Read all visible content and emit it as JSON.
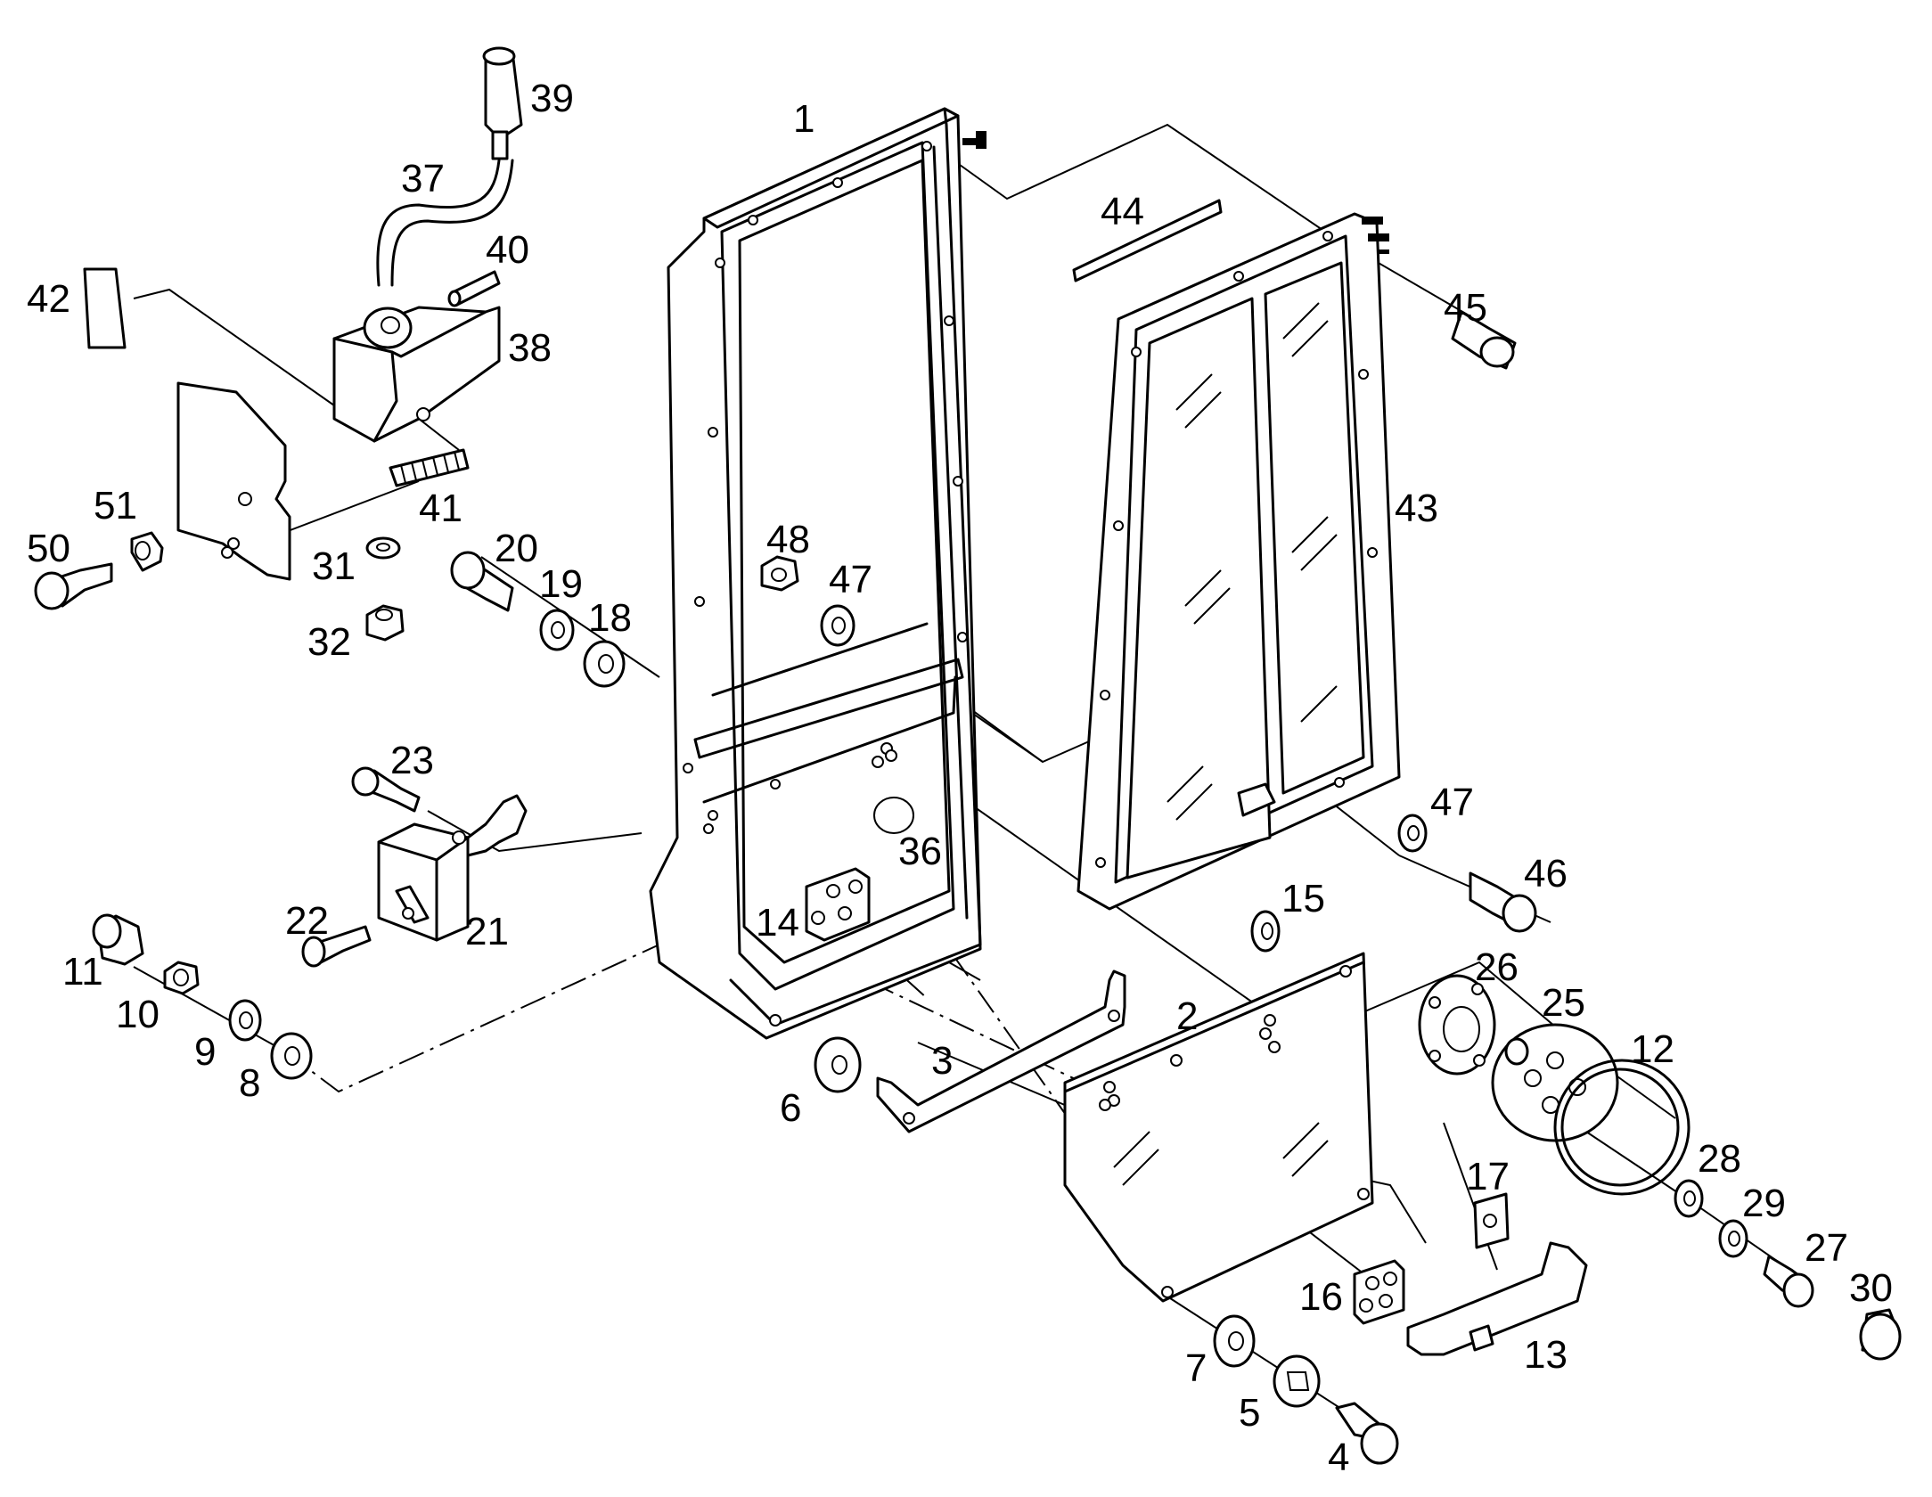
{
  "diagram": {
    "type": "exploded-parts-drawing",
    "line_color": "#000000",
    "background": "#ffffff",
    "callouts": [
      "1",
      "2",
      "3",
      "4",
      "5",
      "6",
      "7",
      "8",
      "9",
      "10",
      "11",
      "12",
      "13",
      "14",
      "15",
      "16",
      "17",
      "18",
      "19",
      "20",
      "21",
      "22",
      "23",
      "25",
      "26",
      "27",
      "28",
      "29",
      "30",
      "31",
      "32",
      "36",
      "37",
      "38",
      "39",
      "40",
      "41",
      "42",
      "43",
      "44",
      "45",
      "46",
      "47",
      "47",
      "48",
      "50",
      "51"
    ]
  }
}
